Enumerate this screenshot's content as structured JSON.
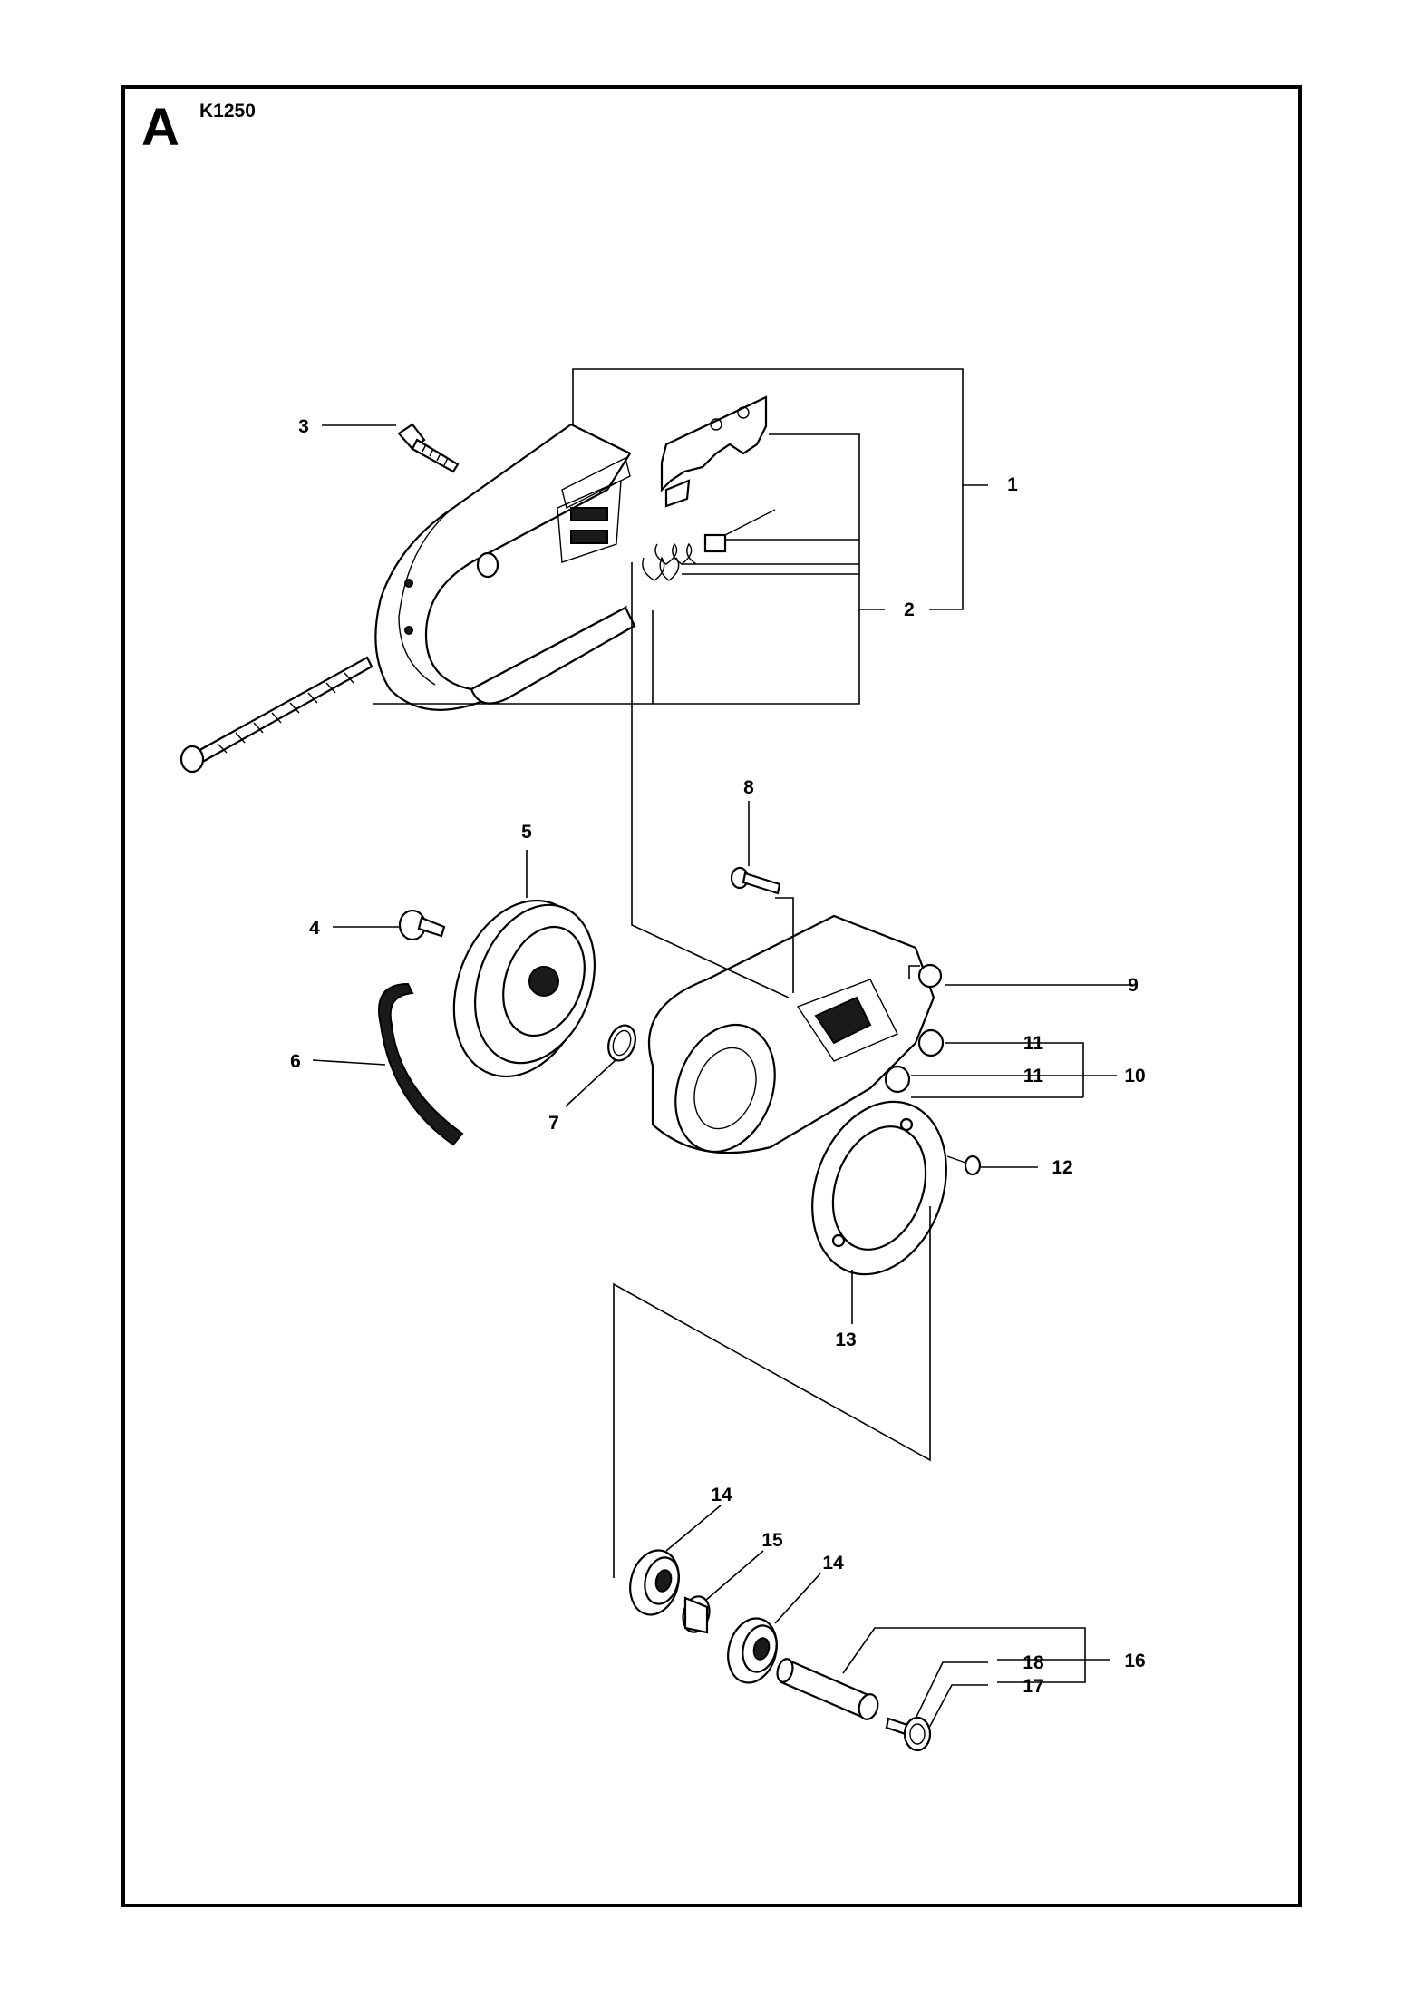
{
  "header": {
    "section_letter": "A",
    "model": "K1250"
  },
  "callouts": {
    "c1": "1",
    "c2": "2",
    "c3": "3",
    "c4": "4",
    "c5": "5",
    "c6": "6",
    "c7": "7",
    "c8": "8",
    "c9": "9",
    "c10": "10",
    "c11a": "11",
    "c11b": "11",
    "c12": "12",
    "c13": "13",
    "c14a": "14",
    "c14b": "14",
    "c15": "15",
    "c16": "16",
    "c17": "17",
    "c18": "18"
  }
}
